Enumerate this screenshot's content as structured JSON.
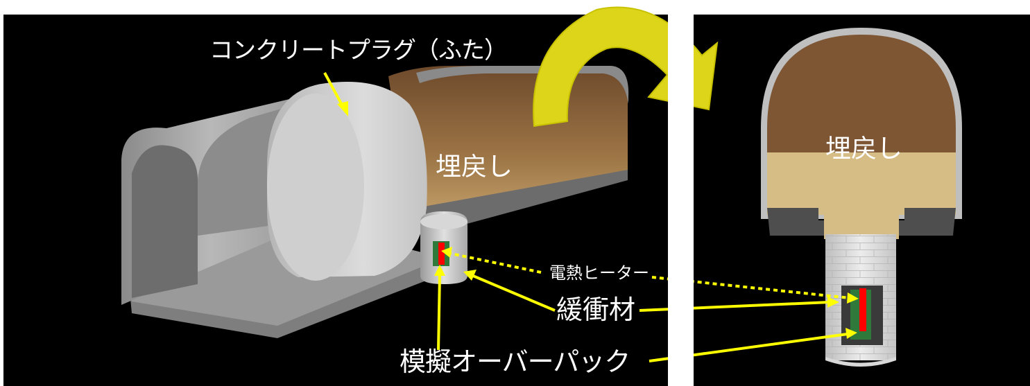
{
  "labels": {
    "concrete_plug": "コンクリートプラグ（ふた）",
    "backfill": "埋戻し",
    "electric_heater": "電熱ヒーター",
    "buffer_material": "緩衝材",
    "simulated_overpack": "模擬オーバーパック"
  },
  "colors": {
    "background_panel": "#000000",
    "separator": "#ffffff",
    "arrow": "#ffff00",
    "concrete": "#c9c9c9",
    "backfill_dark": "#7a5230",
    "backfill_light": "#d8bf86",
    "buffer": "#2f7a3a",
    "heater": "#ff0000"
  },
  "icons": [
    "rotation-arrow-icon"
  ]
}
